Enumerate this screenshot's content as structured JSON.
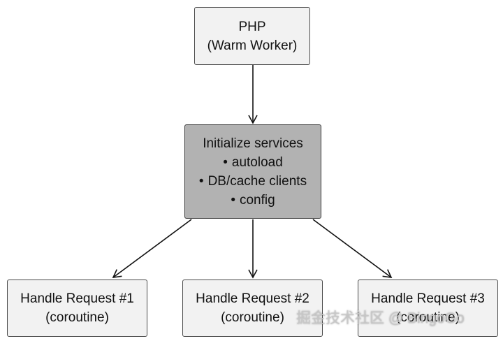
{
  "diagram": {
    "top_node": {
      "line1": "PHP",
      "line2": "(Warm Worker)"
    },
    "init_node": {
      "title": "Initialize services",
      "items": [
        "autoload",
        "DB/cache clients",
        "config"
      ]
    },
    "request_nodes": [
      {
        "line1": "Handle Request #1",
        "line2": "(coroutine)"
      },
      {
        "line1": "Handle Request #2",
        "line2": "(coroutine)"
      },
      {
        "line1": "Handle Request #3",
        "line2": "(coroutine)"
      }
    ],
    "colors": {
      "node_fill": "#f2f2f2",
      "init_fill": "#b2b2b2",
      "border": "#4a4a4a",
      "arrow": "#111111"
    }
  },
  "watermark": {
    "text": "掘金技术社区 @ BingoGo"
  }
}
